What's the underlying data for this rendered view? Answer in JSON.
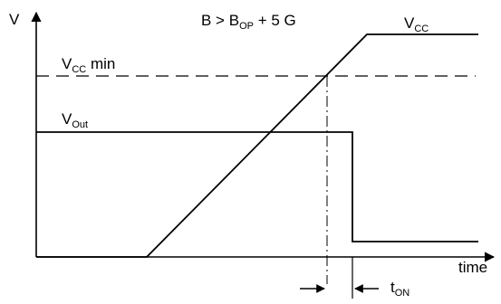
{
  "axes": {
    "y_label": "V",
    "x_label": "time"
  },
  "condition": {
    "main": "B > B",
    "sub": "OP",
    "rest": " + 5 G"
  },
  "vcc": {
    "main": "V",
    "sub": "CC"
  },
  "vcc_min": {
    "main": "V",
    "sub": "CC",
    "rest": " min"
  },
  "vout": {
    "main": "V",
    "sub": "Out"
  },
  "ton": {
    "main": "t",
    "sub": "ON"
  }
}
